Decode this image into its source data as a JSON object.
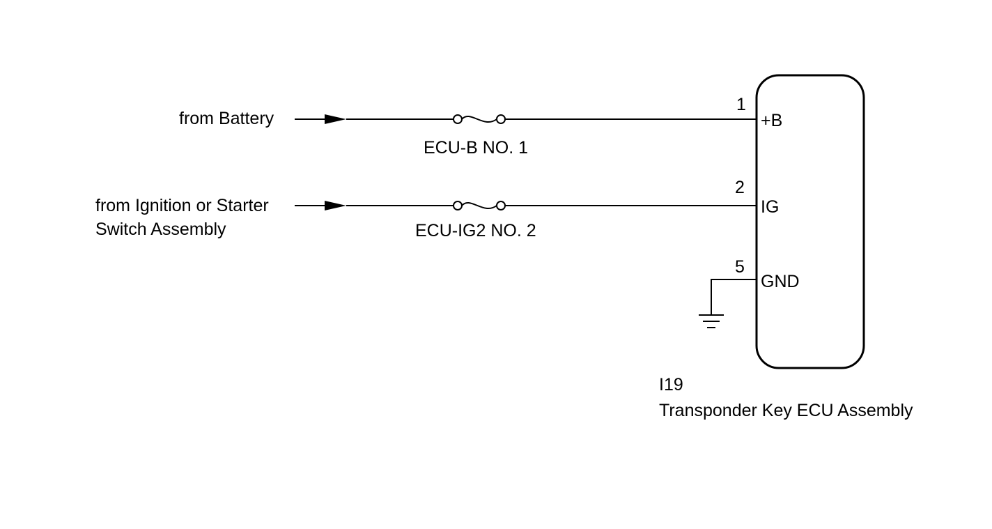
{
  "inputs": [
    {
      "label_lines": [
        "from Battery"
      ],
      "fuse": "ECU-B NO. 1",
      "pin": "1",
      "terminal": "+B"
    },
    {
      "label_lines": [
        "from Ignition or Starter",
        "Switch Assembly"
      ],
      "fuse": "ECU-IG2 NO. 2",
      "pin": "2",
      "terminal": "IG"
    }
  ],
  "ground": {
    "pin": "5",
    "terminal": "GND"
  },
  "component": {
    "code": "I19",
    "name": "Transponder Key ECU Assembly"
  }
}
